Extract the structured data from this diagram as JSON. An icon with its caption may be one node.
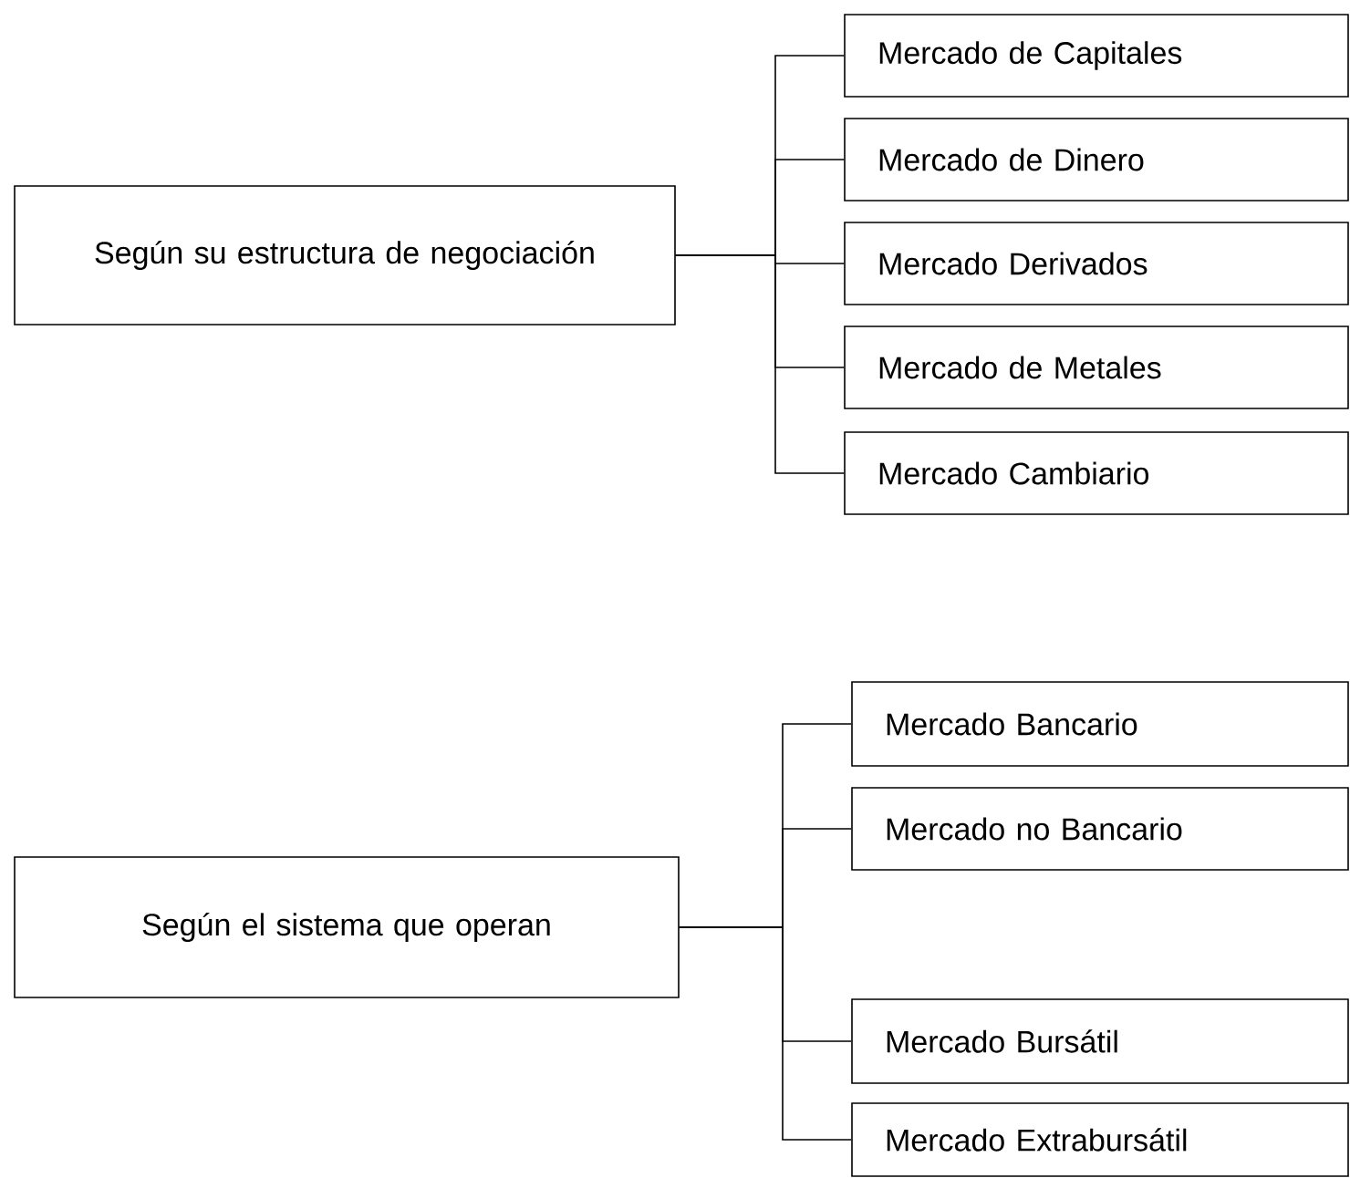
{
  "diagram": {
    "nodes": [
      {
        "text": [
          "Según su estructura de negociación"
        ]
      },
      {
        "text": [
          "Mercado de Capitales"
        ]
      },
      {
        "text": [
          "Mercado de Dinero"
        ]
      },
      {
        "text": [
          "Mercado Derivados"
        ]
      },
      {
        "text": [
          "Mercado de Metales"
        ]
      },
      {
        "text": [
          "Mercado Cambiario"
        ]
      },
      {
        "text": [
          "Según el sistema que operan"
        ]
      },
      {
        "text": [
          "Mercado Bancario"
        ]
      },
      {
        "text": [
          "Mercado no Bancario"
        ]
      },
      {
        "text": [
          "Mercado Bursátil"
        ]
      },
      {
        "text": [
          "Mercado Extrabursátil"
        ]
      }
    ],
    "edges": [
      {
        "from": 0,
        "to": 1,
        "arrow": "none"
      },
      {
        "from": 0,
        "to": 2,
        "arrow": "none"
      },
      {
        "from": 0,
        "to": 3,
        "arrow": "none"
      },
      {
        "from": 0,
        "to": 4,
        "arrow": "none"
      },
      {
        "from": 0,
        "to": 5,
        "arrow": "none"
      },
      {
        "from": 6,
        "to": 7,
        "arrow": "none"
      },
      {
        "from": 6,
        "to": 8,
        "arrow": "none"
      },
      {
        "from": 6,
        "to": 9,
        "arrow": "none"
      },
      {
        "from": 6,
        "to": 10,
        "arrow": "none"
      }
    ]
  }
}
